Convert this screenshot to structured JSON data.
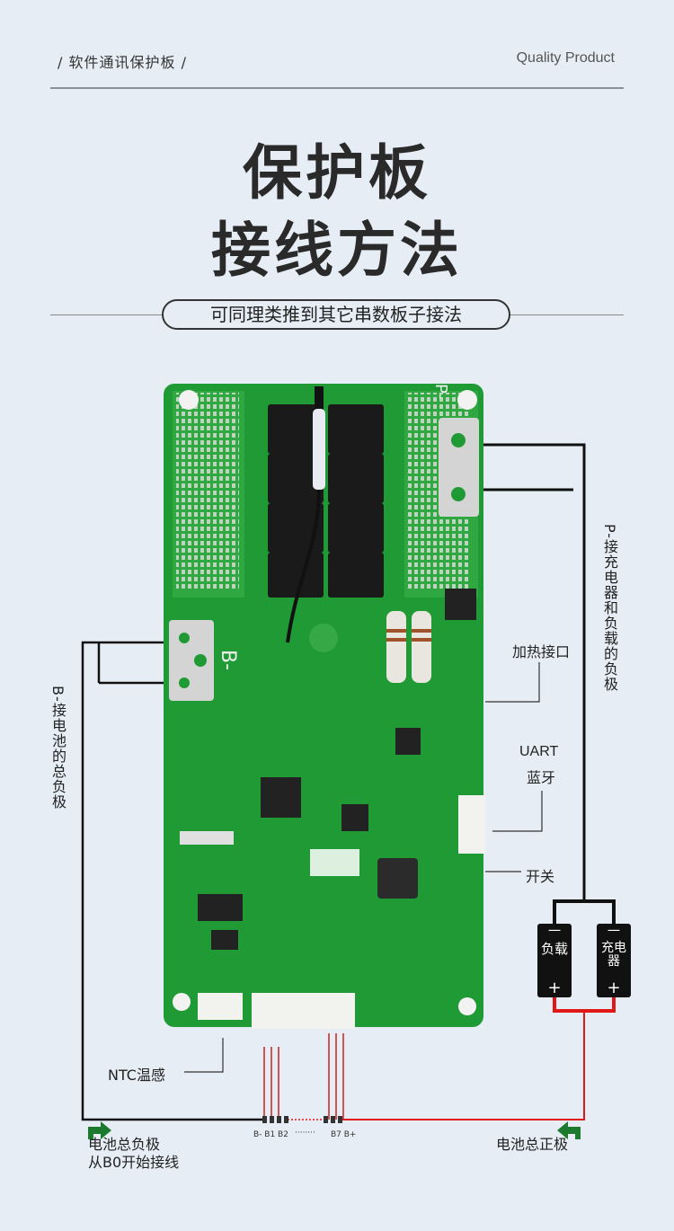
{
  "header": {
    "category": "/  软件通讯保护板  /",
    "tag": "Quality Product"
  },
  "title": {
    "line1": "保护板",
    "line2": "接线方法"
  },
  "subtitle": "可同理类推到其它串数板子接法",
  "labels": {
    "p_minus": "P-接充电器和负载的负极",
    "b_minus": "B-接电池的总负极",
    "heating": "加热接口",
    "uart": "UART",
    "bluetooth": "蓝牙",
    "switch": "开关",
    "ntc": "NTC温感",
    "battery_neg_line1": "电池总负极",
    "battery_neg_line2": "从B0开始接线",
    "battery_pos": "电池总正极",
    "load_minus": "一",
    "load_text": "负载",
    "load_plus": "+",
    "charger_minus": "一",
    "charger_text": "充电器",
    "charger_plus": "+",
    "cells_left": "B- B1 B2",
    "cells_dots": "········",
    "cells_right": "B7 B+",
    "board_b_minus": "B-",
    "board_p_minus": "P-"
  },
  "colors": {
    "pcb": "#1f9a34",
    "wire_black": "#111111",
    "wire_red": "#e01818",
    "arrow_green": "#1c7a2e"
  }
}
